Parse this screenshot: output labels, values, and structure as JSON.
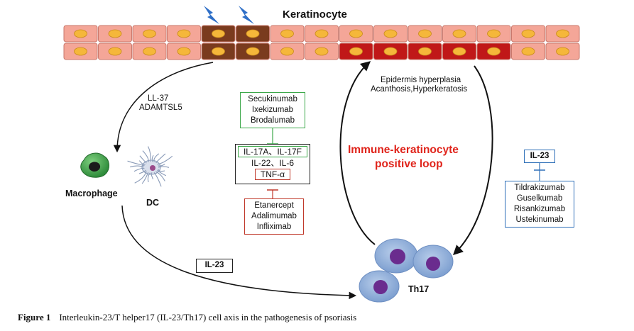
{
  "colors": {
    "cell_normal": "#f4a698",
    "cell_border": "#c9786c",
    "cell_stimulated": "#7a3b1e",
    "cell_inflamed": "#c01818",
    "nucleus": "#f5b73a",
    "lightning": "#2f6fc7",
    "loop_text": "#e0241b",
    "box_green": "#3da84a",
    "box_red": "#c0392b",
    "box_blue": "#2e6fb8",
    "th17_outer": "#8fb0dc",
    "th17_inner": "#6a2c8e"
  },
  "keratinocyte": {
    "label": "Keratinocyte",
    "rows": [
      [
        "normal",
        "normal",
        "normal",
        "normal",
        "stimulated",
        "stimulated",
        "normal",
        "normal",
        "normal",
        "normal",
        "normal",
        "normal",
        "normal",
        "normal",
        "normal"
      ],
      [
        "normal",
        "normal",
        "normal",
        "normal",
        "stimulated",
        "stimulated",
        "normal",
        "normal",
        "inflamed",
        "inflamed",
        "inflamed",
        "inflamed",
        "inflamed",
        "normal",
        "normal"
      ]
    ]
  },
  "signals": {
    "line1": "LL-37",
    "line2": "ADAMTSL5"
  },
  "cells": {
    "macrophage": "Macrophage",
    "dc": "DC",
    "th17": "Th17"
  },
  "il23_left": "IL-23",
  "epidermis": {
    "line1": "Epidermis hyperplasia",
    "line2": "Acanthosis,Hyperkeratosis"
  },
  "loop": {
    "line1": "Immune-keratinocyte",
    "line2": "positive loop"
  },
  "il17_inhibitors": [
    "Secukinumab",
    "Ixekizumab",
    "Brodalumab"
  ],
  "cytokines": {
    "line1": "IL-17A、IL-17F",
    "line2": "IL-22、IL-6",
    "line3": "TNF-α"
  },
  "tnf_inhibitors": [
    "Etanercept",
    "Adalimumab",
    "Infliximab"
  ],
  "il23_right": "IL-23",
  "il23_inhibitors": [
    "Tildrakizumab",
    "Guselkumab",
    "Risankizumab",
    "Ustekinumab"
  ],
  "caption": {
    "figure": "Figure 1",
    "text": "Interleukin-23/T helper17 (IL-23/Th17) cell axis in the pathogenesis of psoriasis"
  }
}
